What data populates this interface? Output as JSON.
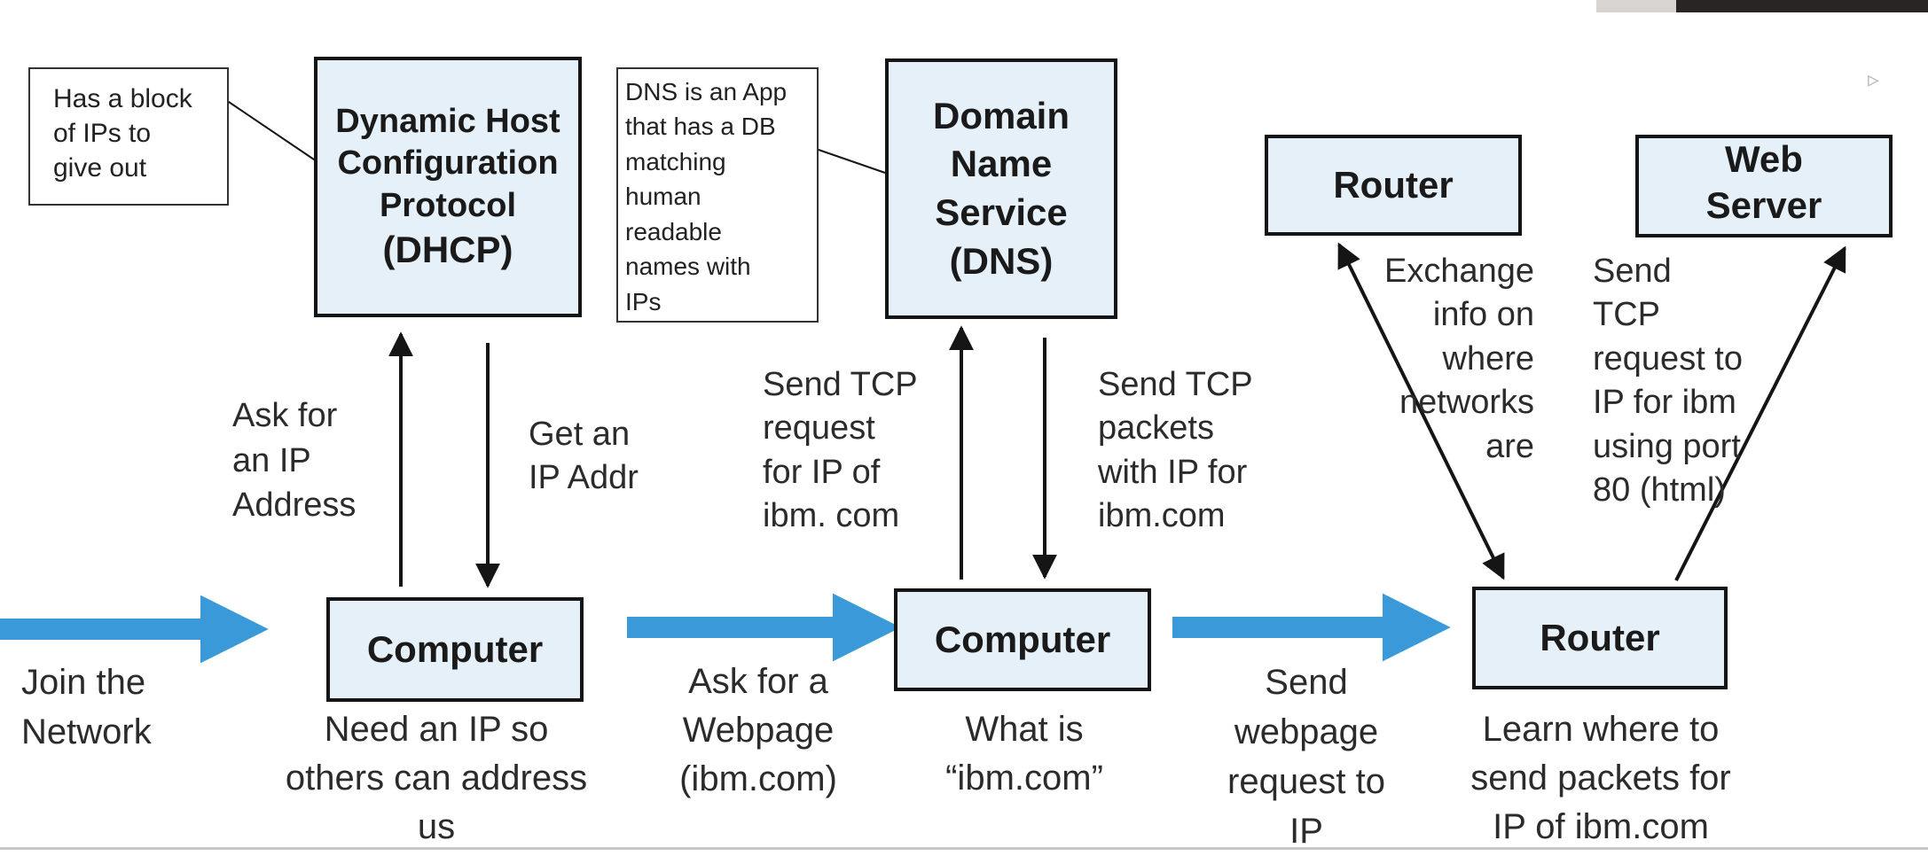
{
  "boxes": {
    "dhcp": [
      "Dynamic Host",
      "Configuration",
      "Protocol",
      "(DHCP)"
    ],
    "dns": [
      "Domain",
      "Name",
      "Service",
      "(DNS)"
    ],
    "router_top": [
      "Router"
    ],
    "web_server": [
      "Web",
      "Server"
    ],
    "computer_1": [
      "Computer"
    ],
    "computer_2": [
      "Computer"
    ],
    "router_bottom": [
      "Router"
    ]
  },
  "notes": {
    "dhcp_note": [
      "Has a block",
      "of IPs to",
      "give out"
    ],
    "dns_note": [
      "DNS is an App",
      "that has a DB",
      "matching",
      "human",
      "readable",
      "names with",
      "IPs"
    ]
  },
  "labels": {
    "ask_ip": [
      "Ask for",
      "an IP",
      "Address"
    ],
    "get_ip": [
      "Get an",
      "IP Addr"
    ],
    "send_tcp_request": [
      "Send TCP",
      "request",
      "for IP of",
      "ibm. com"
    ],
    "send_tcp_packets": [
      "Send TCP",
      "packets",
      "with IP for",
      "ibm.com"
    ],
    "exchange_info": [
      "Exchange",
      "info on",
      "where",
      "networks",
      "are"
    ],
    "send_tcp_web": [
      "Send",
      "TCP",
      "request to",
      "IP for ibm",
      "using port",
      "80 (html)"
    ],
    "join_network": [
      "Join the",
      "Network"
    ],
    "need_ip": [
      "Need an IP so",
      "others can address",
      "us"
    ],
    "ask_webpage": [
      "Ask for a",
      "Webpage",
      "(ibm.com)"
    ],
    "what_is": [
      "What is",
      "“ibm.com”"
    ],
    "send_webpage": [
      "Send",
      "webpage",
      "request to",
      "IP"
    ],
    "learn_where": [
      "Learn where to",
      "send packets for",
      "IP of ibm.com"
    ]
  },
  "colors": {
    "box_fill": "#e6f0f8",
    "box_border": "#151515",
    "flow_arrow": "#3a9ad9",
    "line": "#151515"
  },
  "icons": {
    "cursor": "mouse-pointer-icon"
  }
}
